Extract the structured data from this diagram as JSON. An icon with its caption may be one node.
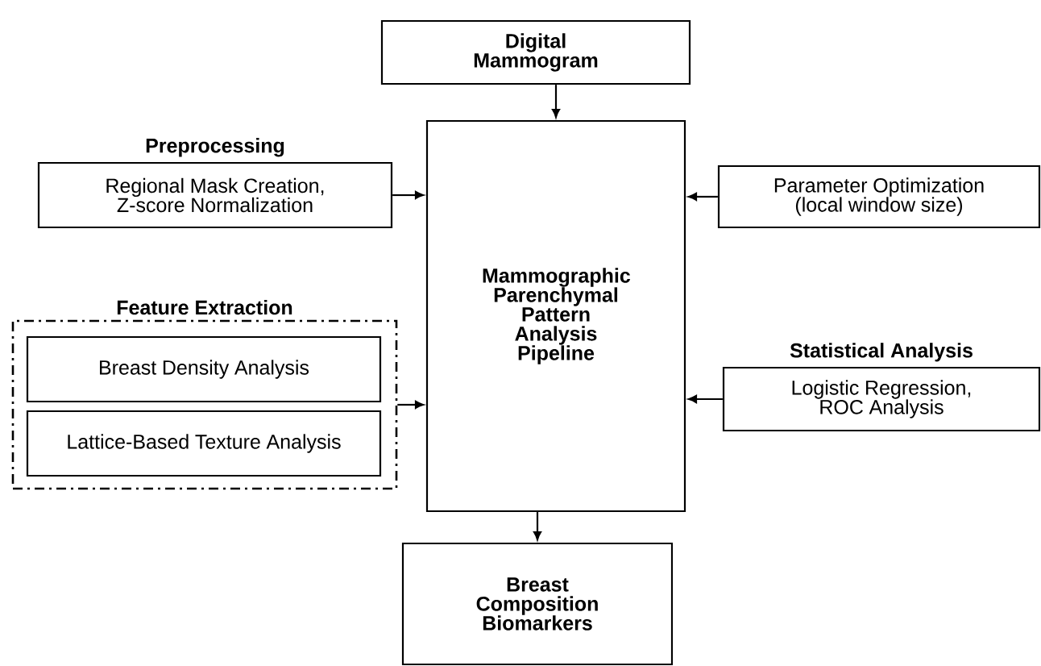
{
  "diagram": {
    "nodes": [
      {
        "text": [
          "Digital Mammogram"
        ]
      },
      {
        "text": [
          "Preprocessing",
          "Regional Mask Creation, Z-score Normalization"
        ]
      },
      {
        "text": [
          "Feature Extraction"
        ]
      },
      {
        "text": [
          "Breast Density Analysis"
        ],
        "in": 2
      },
      {
        "text": [
          "Lattice-Based Texture Analysis"
        ],
        "in": 2
      },
      {
        "text": [
          "Mammographic Parenchymal Pattern Analysis Pipeline"
        ]
      },
      {
        "text": [
          "Parameter Optimization (local window size)"
        ]
      },
      {
        "text": [
          "Statistical Analysis",
          "Logistic Regression, ROC Analysis"
        ]
      },
      {
        "text": [
          "Breast Composition Biomarkers"
        ]
      }
    ],
    "edges": [
      {
        "from": 0,
        "to": 5,
        "arrow": "to"
      },
      {
        "from": 1,
        "to": 5,
        "arrow": "to"
      },
      {
        "from": 2,
        "to": 5,
        "arrow": "to"
      },
      {
        "from": 6,
        "to": 5,
        "arrow": "to"
      },
      {
        "from": 7,
        "to": 5,
        "arrow": "to"
      },
      {
        "from": 5,
        "to": 8,
        "arrow": "to"
      }
    ]
  }
}
